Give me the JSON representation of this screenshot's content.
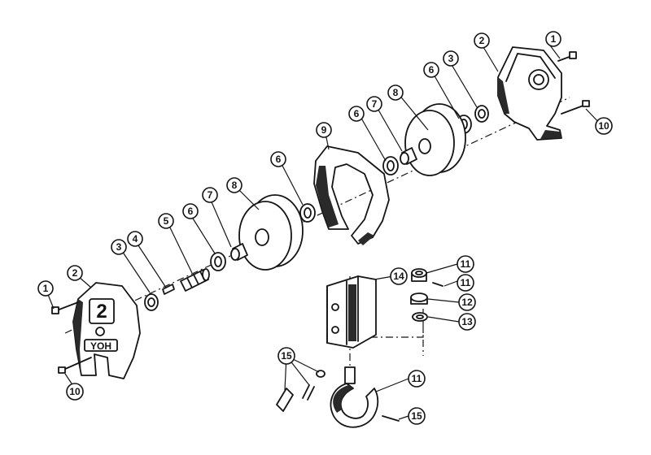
{
  "callouts": [
    {
      "num": "1"
    },
    {
      "num": "2"
    },
    {
      "num": "10"
    },
    {
      "num": "3"
    },
    {
      "num": "6"
    },
    {
      "num": "8"
    },
    {
      "num": "7"
    },
    {
      "num": "6"
    },
    {
      "num": "9"
    },
    {
      "num": "6"
    },
    {
      "num": "8"
    },
    {
      "num": "7"
    },
    {
      "num": "6"
    },
    {
      "num": "5"
    },
    {
      "num": "4"
    },
    {
      "num": "3"
    },
    {
      "num": "2"
    },
    {
      "num": "1"
    },
    {
      "num": "10"
    },
    {
      "num": "14"
    },
    {
      "num": "11"
    },
    {
      "num": "11"
    },
    {
      "num": "12"
    },
    {
      "num": "13"
    },
    {
      "num": "11"
    },
    {
      "num": "15"
    },
    {
      "num": "15"
    }
  ],
  "emblem": {
    "digit": "2",
    "brand": "YOH"
  }
}
